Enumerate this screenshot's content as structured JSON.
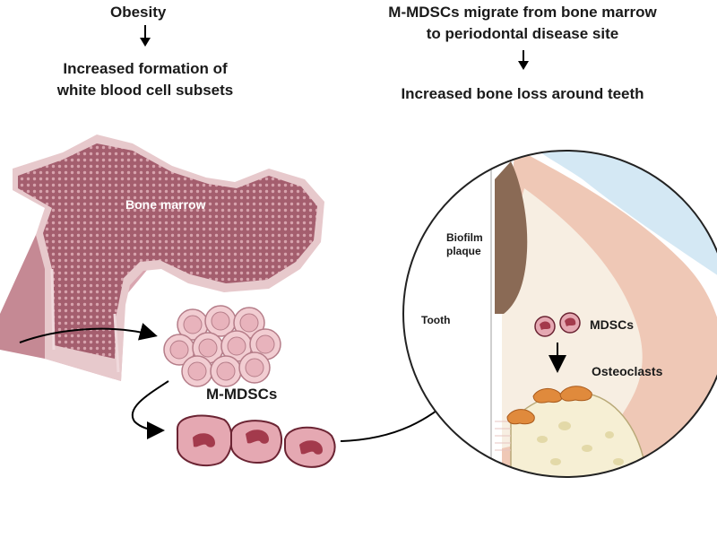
{
  "left_column": {
    "cause": "Obesity",
    "effect_line1": "Increased formation of",
    "effect_line2": "white blood cell subsets"
  },
  "right_column": {
    "migration_line1": "M-MDSCs migrate from bone marrow",
    "migration_line2": "to periodontal disease site",
    "outcome": "Increased bone loss around teeth"
  },
  "labels": {
    "bone_marrow": "Bone marrow",
    "m_mdscs": "M-MDSCs",
    "biofilm_line1": "Biofilm",
    "biofilm_line2": "plaque",
    "tooth": "Tooth",
    "mdscs": "MDSCs",
    "osteoclasts": "Osteoclasts"
  },
  "colors": {
    "bone_marrow_fill": "#a45e6e",
    "bone_shaft": "#e7c9cc",
    "cell_light": "#f2cdd2",
    "cell_dark": "#e8b3bc",
    "nucleus": "#a33a4c",
    "gum": "#efc8b6",
    "bone_tissue": "#f6efd4",
    "plaque": "#8a6a55",
    "osteoclast": "#e08a3c"
  },
  "icons": [
    "down-arrow-icon",
    "curved-arrow-icon"
  ]
}
